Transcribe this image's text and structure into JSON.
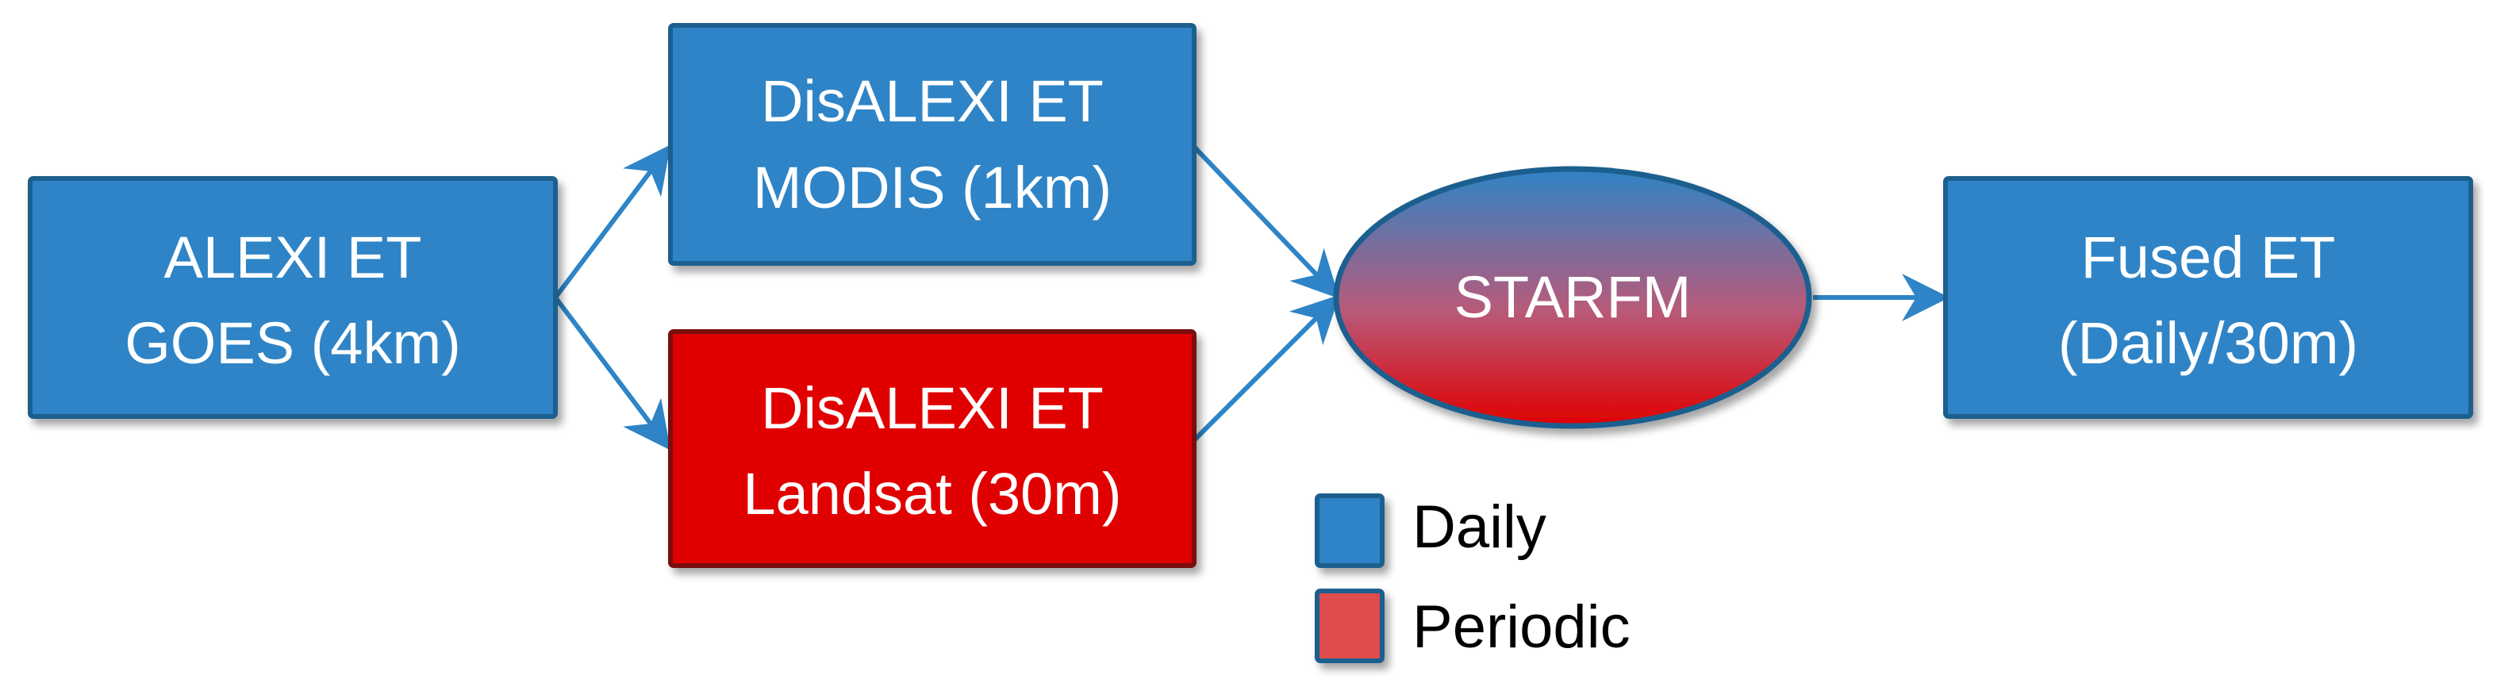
{
  "nodes": {
    "alexi": {
      "line1": "ALEXI ET",
      "line2": "GOES (4km)"
    },
    "modis": {
      "line1": "DisALEXI ET",
      "line2": "MODIS (1km)"
    },
    "landsat": {
      "line1": "DisALEXI ET",
      "line2": "Landsat (30m)"
    },
    "starfm": {
      "line1": "STARFM"
    },
    "fused": {
      "line1": "Fused ET",
      "line2": "(Daily/30m)"
    }
  },
  "legend": {
    "daily": "Daily",
    "periodic": "Periodic"
  },
  "colors": {
    "daily_fill": "#2e84c6",
    "daily_stroke": "#1f5f8e",
    "periodic_fill": "#e00000",
    "periodic_stroke": "#7a1010",
    "legend_periodic": "#e04b4b",
    "arrow": "#2e84c6"
  }
}
